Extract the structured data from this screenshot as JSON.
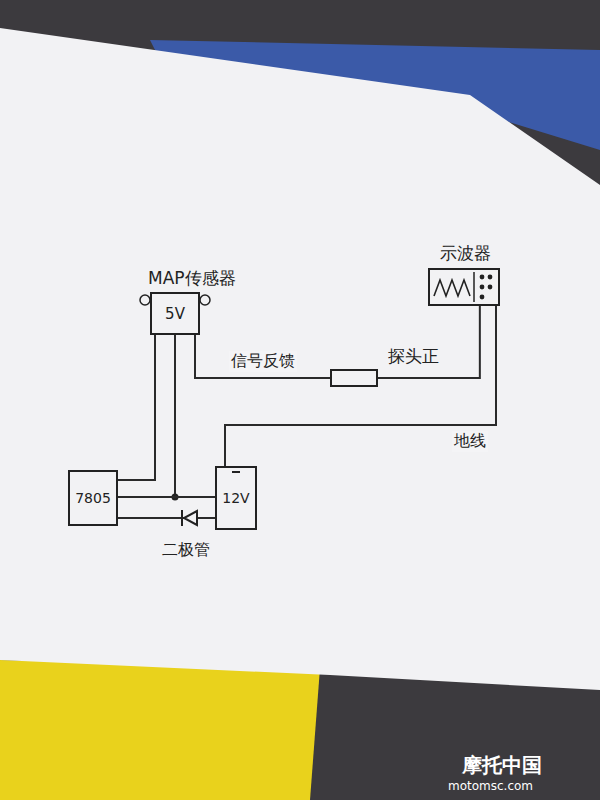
{
  "diagram": {
    "nodes": [
      {
        "text": [
          "MAP传感器",
          "5V"
        ]
      },
      {
        "text": [
          "示波器"
        ]
      },
      {
        "text": [
          "探头正"
        ]
      },
      {
        "text": [
          "7805"
        ]
      },
      {
        "text": [
          "12V"
        ]
      }
    ],
    "edges": [
      {
        "from": 0,
        "to": 3,
        "arrow": "none"
      },
      {
        "from": 0,
        "to": 4,
        "arrow": "none"
      },
      {
        "from": 3,
        "to": 4,
        "arrow": "none"
      },
      {
        "from": 3,
        "to": 4,
        "arrow": "none"
      },
      {
        "from": 0,
        "to": 2,
        "label": "信号反馈",
        "arrow": "none"
      },
      {
        "from": 2,
        "to": 1,
        "arrow": "none"
      },
      {
        "from": 4,
        "to": 1,
        "label": "地线",
        "arrow": "none"
      }
    ],
    "labels": [
      "二极管",
      "摩托中国",
      "motomsc.com"
    ]
  }
}
